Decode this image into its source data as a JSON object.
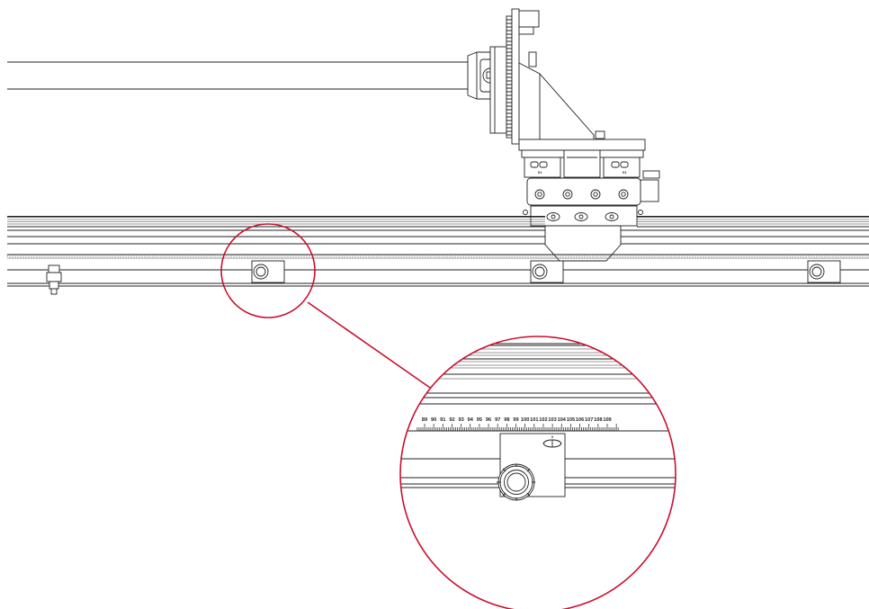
{
  "diagram": {
    "scale_numbers": [
      "89",
      "90",
      "91",
      "92",
      "93",
      "94",
      "95",
      "96",
      "97",
      "98",
      "99",
      "100",
      "101",
      "102",
      "103",
      "104",
      "105",
      "106",
      "107",
      "108",
      "109"
    ],
    "carriage_bearing_labels": [
      "01",
      "01"
    ],
    "pointer_mark": "V",
    "callout_color": "#c8102e"
  }
}
